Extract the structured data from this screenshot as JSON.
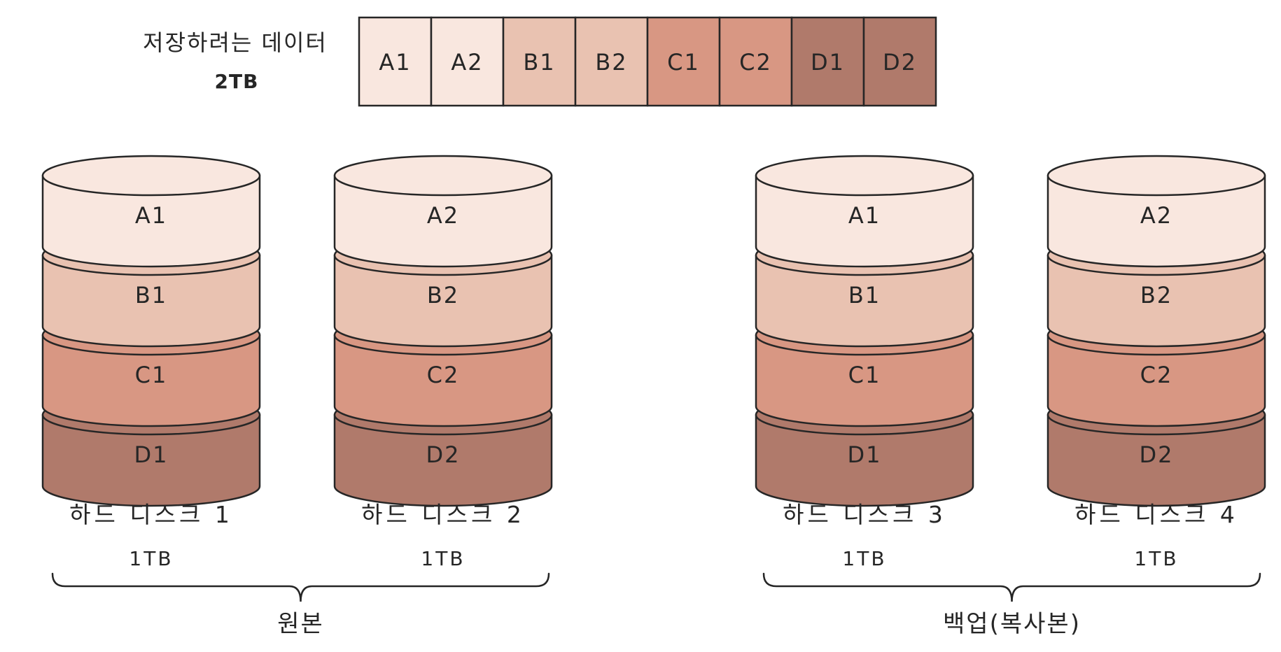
{
  "colors": {
    "A": "#f9e7df",
    "B": "#e9c2b1",
    "C": "#d89783",
    "D": "#b07a6b",
    "stroke": "#262626",
    "background": "#ffffff"
  },
  "data_to_store": {
    "label": "저장하려는 데이터",
    "size": "2TB",
    "blocks": [
      {
        "label": "A1",
        "tone": "A"
      },
      {
        "label": "A2",
        "tone": "A"
      },
      {
        "label": "B1",
        "tone": "B"
      },
      {
        "label": "B2",
        "tone": "B"
      },
      {
        "label": "C1",
        "tone": "C"
      },
      {
        "label": "C2",
        "tone": "C"
      },
      {
        "label": "D1",
        "tone": "D"
      },
      {
        "label": "D2",
        "tone": "D"
      }
    ]
  },
  "disks": [
    {
      "name": "하드 디스크 1",
      "capacity": "1TB",
      "layers": [
        "A1",
        "B1",
        "C1",
        "D1"
      ]
    },
    {
      "name": "하드 디스크 2",
      "capacity": "1TB",
      "layers": [
        "A2",
        "B2",
        "C2",
        "D2"
      ]
    },
    {
      "name": "하드 디스크 3",
      "capacity": "1TB",
      "layers": [
        "A1",
        "B1",
        "C1",
        "D1"
      ]
    },
    {
      "name": "하드 디스크 4",
      "capacity": "1TB",
      "layers": [
        "A2",
        "B2",
        "C2",
        "D2"
      ]
    }
  ],
  "groups": [
    {
      "label": "원본",
      "disks": [
        0,
        1
      ]
    },
    {
      "label": "백업(복사본)",
      "disks": [
        2,
        3
      ]
    }
  ]
}
